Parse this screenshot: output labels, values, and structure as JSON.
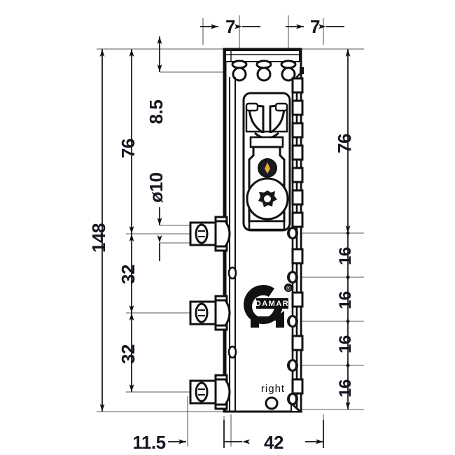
{
  "drawing": {
    "title": "Hinge mechanism technical drawing",
    "background_color": "#ffffff",
    "line_color": "#111111",
    "dim_text_color": "#13161f",
    "accent_color": "#e8a838"
  },
  "dimensions": {
    "top": [
      {
        "name": "top-gap-left",
        "label": "7"
      },
      {
        "name": "top-gap-right",
        "label": "7"
      }
    ],
    "left": [
      {
        "name": "overall-height",
        "label": "148"
      },
      {
        "name": "upper-height",
        "label": "76"
      },
      {
        "name": "hole-diameter",
        "label": "ø10"
      },
      {
        "name": "pitch-upper",
        "label": "32"
      },
      {
        "name": "pitch-lower",
        "label": "32"
      },
      {
        "name": "top-offset",
        "label": "8.5"
      }
    ],
    "right": [
      {
        "name": "right-upper-height",
        "label": "76"
      },
      {
        "name": "tooth-pitch-1",
        "label": "16"
      },
      {
        "name": "tooth-pitch-2",
        "label": "16"
      },
      {
        "name": "tooth-pitch-3",
        "label": "16"
      },
      {
        "name": "tooth-pitch-4",
        "label": "16"
      }
    ],
    "bottom": [
      {
        "name": "arm-projection",
        "label": "11.5"
      },
      {
        "name": "body-width",
        "label": "42"
      }
    ]
  },
  "labels": {
    "orientation": "right",
    "brand": "DAMAR",
    "brand_mark": "®"
  },
  "features": {
    "top_holes_count": 3,
    "hinge_arms_count": 3,
    "rail_screws_count": 5,
    "bottom_hole": "round-hole"
  }
}
